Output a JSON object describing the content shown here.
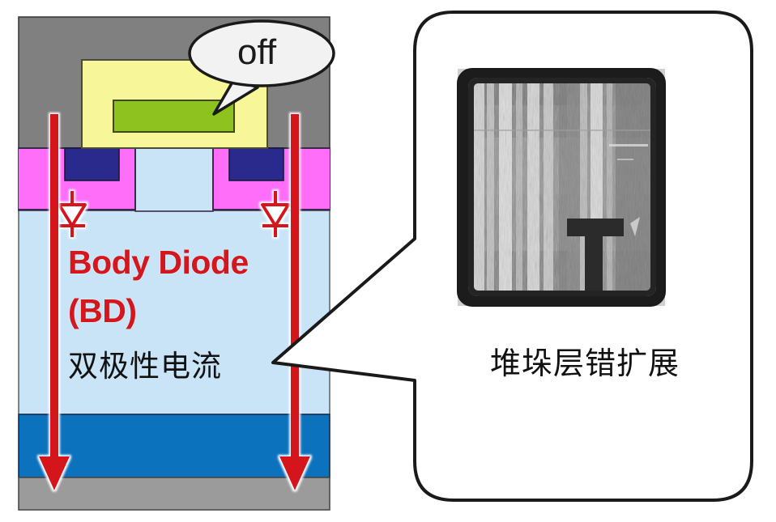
{
  "figure": {
    "title_visible": false,
    "left_panel": {
      "name": "mosfet-cross-section",
      "labels": {
        "gate_state": "off",
        "body_diode_line1": "Body Diode",
        "body_diode_line2": "(BD)",
        "bipolar_current": "双极性电流"
      },
      "layers": [
        {
          "name": "source-metal-top",
          "color": "#808080"
        },
        {
          "name": "p-body",
          "color": "#ff6ef9"
        },
        {
          "name": "n-drift",
          "color": "#c9e4f7"
        },
        {
          "name": "n-substrate",
          "color": "#0b72bd"
        },
        {
          "name": "drain-metal",
          "color": "#9b9b9b"
        }
      ],
      "regions": [
        {
          "name": "gate-oxide",
          "color": "#f7f79a"
        },
        {
          "name": "gate-poly",
          "color": "#8dc21f"
        },
        {
          "name": "n-plus-source-left",
          "color": "#2a2a8c"
        },
        {
          "name": "n-plus-source-right",
          "color": "#2a2a8c"
        }
      ],
      "arrows": [
        {
          "name": "current-arrow-left",
          "color": "#d4161d",
          "direction": "down"
        },
        {
          "name": "current-arrow-right",
          "color": "#d4161d",
          "direction": "down"
        }
      ],
      "diodes": [
        {
          "name": "body-diode-symbol-left",
          "color": "#d4161d"
        },
        {
          "name": "body-diode-symbol-right",
          "color": "#d4161d"
        }
      ]
    },
    "right_panel": {
      "name": "stacking-fault-callout",
      "caption": "堆垛层错扩展",
      "image": {
        "name": "sem-electroluminescence-image",
        "description": "grayscale stacking-fault micrograph"
      },
      "outline_color": "#1a1a1a",
      "fill_color": "#ffffff"
    }
  },
  "colors": {
    "red": "#d4161d",
    "metal_gray": "#808080",
    "p_body_pink": "#ff6ef9",
    "drift_blue": "#c9e4f7",
    "substrate_blue": "#0b72bd",
    "gate_yellow": "#f7f79a",
    "poly_green": "#8dc21f",
    "nplus_navy": "#2a2a8c",
    "outline_black": "#1a1a1a"
  }
}
